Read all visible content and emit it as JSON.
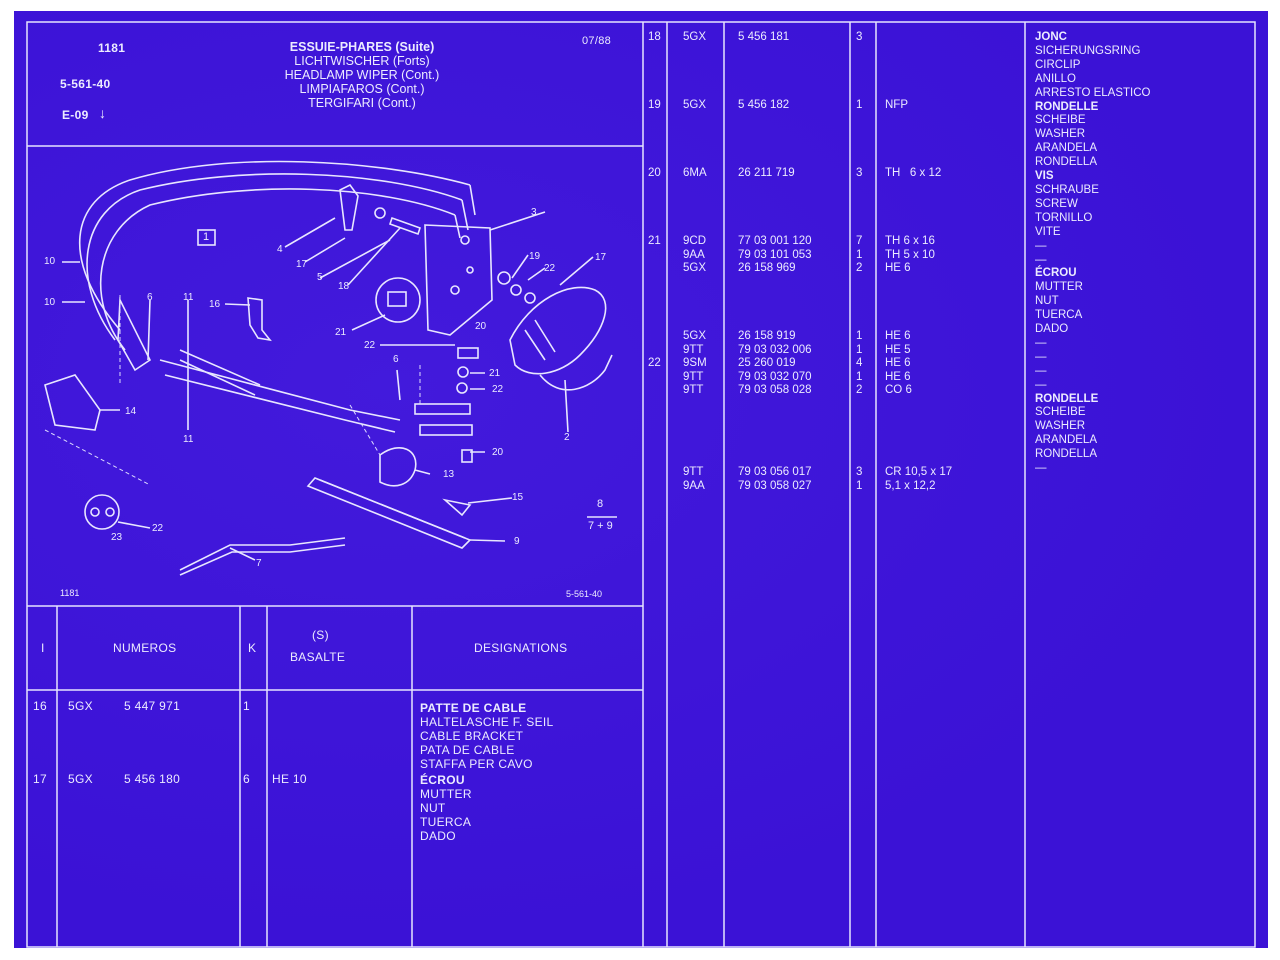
{
  "header": {
    "ref_code": "1181",
    "group_code": "5-561-40",
    "sheet_ref": "E-09",
    "date": "07/88",
    "titles": [
      "ESSUIE-PHARES (Suite)",
      "LICHTWISCHER (Forts)",
      "HEADLAMP WIPER (Cont.)",
      "LIMPIAFAROS (Cont.)",
      "TERGIFARI (Cont.)"
    ]
  },
  "figure": {
    "box_label": "1",
    "ref_left": "1181",
    "ref_right": "5-561-40",
    "note_top": "8",
    "note_bottom": "7 + 9",
    "callouts": [
      "10",
      "10",
      "4",
      "17",
      "5",
      "18",
      "3",
      "19",
      "22",
      "17",
      "6",
      "11",
      "16",
      "21",
      "22",
      "20",
      "14",
      "6",
      "11",
      "21",
      "22",
      "2",
      "20",
      "13",
      "15",
      "23",
      "22",
      "9",
      "7"
    ]
  },
  "bottom_table": {
    "headers": {
      "index": "I",
      "numeros": "NUMEROS",
      "k": "K",
      "s_top": "(S)",
      "s_bottom": "BASALTE",
      "designations": "DESIGNATIONS"
    },
    "rows": [
      {
        "index": "16",
        "code": "5GX",
        "number": "5 447 971",
        "qty": "1",
        "spec": "",
        "designation_title": "PATTE DE CABLE",
        "designation_lines": [
          "HALTELASCHE F. SEIL",
          "CABLE BRACKET",
          "PATA DE CABLE",
          "STAFFA PER CAVO"
        ]
      },
      {
        "index": "17",
        "code": "5GX",
        "number": "5 456 180",
        "qty": "6",
        "spec": "HE 10",
        "designation_title": "ÉCROU",
        "designation_lines": [
          "MUTTER",
          "NUT",
          "TUERCA",
          "DADO"
        ]
      }
    ]
  },
  "right_table": {
    "index_lines": [
      "18",
      "",
      "",
      "",
      "",
      "19",
      "",
      "",
      "",
      "",
      "20",
      "",
      "",
      "",
      "",
      "21",
      "",
      "",
      "",
      "",
      "",
      "",
      "",
      "",
      "22"
    ],
    "code_lines": [
      "5GX",
      "",
      "",
      "",
      "",
      "5GX",
      "",
      "",
      "",
      "",
      "6MA",
      "",
      "",
      "",
      "",
      "9CD",
      "9AA",
      "5GX",
      "",
      "",
      "",
      "",
      "5GX",
      "9TT",
      "9SM",
      "9TT",
      "9TT",
      "",
      "",
      "",
      "",
      "",
      "9TT",
      "9AA"
    ],
    "number_lines": [
      "5 456 181",
      "",
      "",
      "",
      "",
      "5 456 182",
      "",
      "",
      "",
      "",
      "26 211 719",
      "",
      "",
      "",
      "",
      "77 03 001 120",
      "79 03 101 053",
      "26 158 969",
      "",
      "",
      "",
      "",
      "26 158 919",
      "79 03 032 006",
      "25 260 019",
      "79 03 032 070",
      "79 03 058 028",
      "",
      "",
      "",
      "",
      "",
      "79 03 056 017",
      "79 03 058 027"
    ],
    "qty_lines": [
      "3",
      "",
      "",
      "",
      "",
      "1",
      "",
      "",
      "",
      "",
      "3",
      "",
      "",
      "",
      "",
      "7",
      "1",
      "2",
      "",
      "",
      "",
      "",
      "1",
      "1",
      "4",
      "1",
      "2",
      "",
      "",
      "",
      "",
      "",
      "3",
      "1"
    ],
    "spec_lines": [
      "",
      "",
      "",
      "",
      "",
      "NFP",
      "",
      "",
      "",
      "",
      "TH   6 x 12",
      "",
      "",
      "",
      "",
      "TH 6 x 16",
      "TH 5 x 10",
      "HE 6",
      "",
      "",
      "",
      "",
      "HE 6",
      "HE 5",
      "HE 6",
      "HE 6",
      "CO 6",
      "",
      "",
      "",
      "",
      "",
      "CR 10,5 x 17",
      "5,1 x 12,2"
    ],
    "designation_lines": [
      "JONC",
      "SICHERUNGSRING",
      "CIRCLIP",
      "ANILLO",
      "ARRESTO ELASTICO",
      "RONDELLE",
      "SCHEIBE",
      "WASHER",
      "ARANDELA",
      "RONDELLA",
      "VIS",
      "SCHRAUBE",
      "SCREW",
      "TORNILLO",
      "VITE",
      "—",
      "—",
      "ÉCROU",
      "MUTTER",
      "NUT",
      "TUERCA",
      "DADO",
      "—",
      "—",
      "—",
      "—",
      "RONDELLE",
      "SCHEIBE",
      "WASHER",
      "ARANDELA",
      "RONDELLA",
      "—"
    ],
    "bold_designations": [
      "JONC",
      "RONDELLE",
      "VIS",
      "ÉCROU"
    ]
  },
  "colors": {
    "background": "#3b12d6",
    "ink": "#ecebff",
    "frame": "#ffffff"
  }
}
